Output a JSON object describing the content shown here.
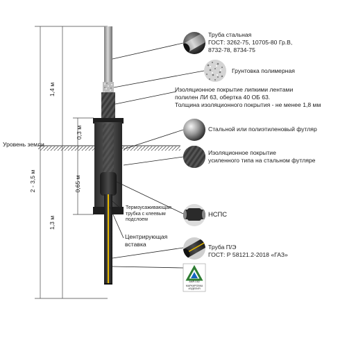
{
  "labels": {
    "steel_pipe": [
      "Труба стальная",
      "ГОСТ: 3262-75, 10705-80 Гр.В,",
      "8732-78, 8734-75"
    ],
    "primer": "Грунтовка полимерная",
    "insulation": [
      "Изоляционное покрытие липкими лентами",
      "полилен ЛИ 63, обертка 40 ОБ 63.",
      "Толщина изоляционного покрытия - не менее 1,8 мм"
    ],
    "casing": "Стальной или полиэтиленовый футляр",
    "reinforced": [
      "Изоляционное покрытие",
      "усиленного типа на стальном футляре"
    ],
    "ground_level": "Уровень земли",
    "heat_shrink": [
      "Термоусаживающая",
      "трубка с клеевым",
      "подслоем"
    ],
    "nsps": "НСПС",
    "centering": [
      "Центрирующая",
      "вставка"
    ],
    "pe_pipe": [
      "Труба П/Э",
      "ГОСТ: Р 58121.2-2018 «ГАЗ»"
    ],
    "badge_brand": "АМР-ГАЗ",
    "badge_caption": [
      "МАРКИРОВКА",
      "ИЗДЕЛИЯ"
    ]
  },
  "dimensions": {
    "upper_total": "1,4 м",
    "total_range": "2 - 3,5 м",
    "lower_total": "1,3 м",
    "casing_above": "0,3 м",
    "casing_below": "0,65 м"
  }
}
